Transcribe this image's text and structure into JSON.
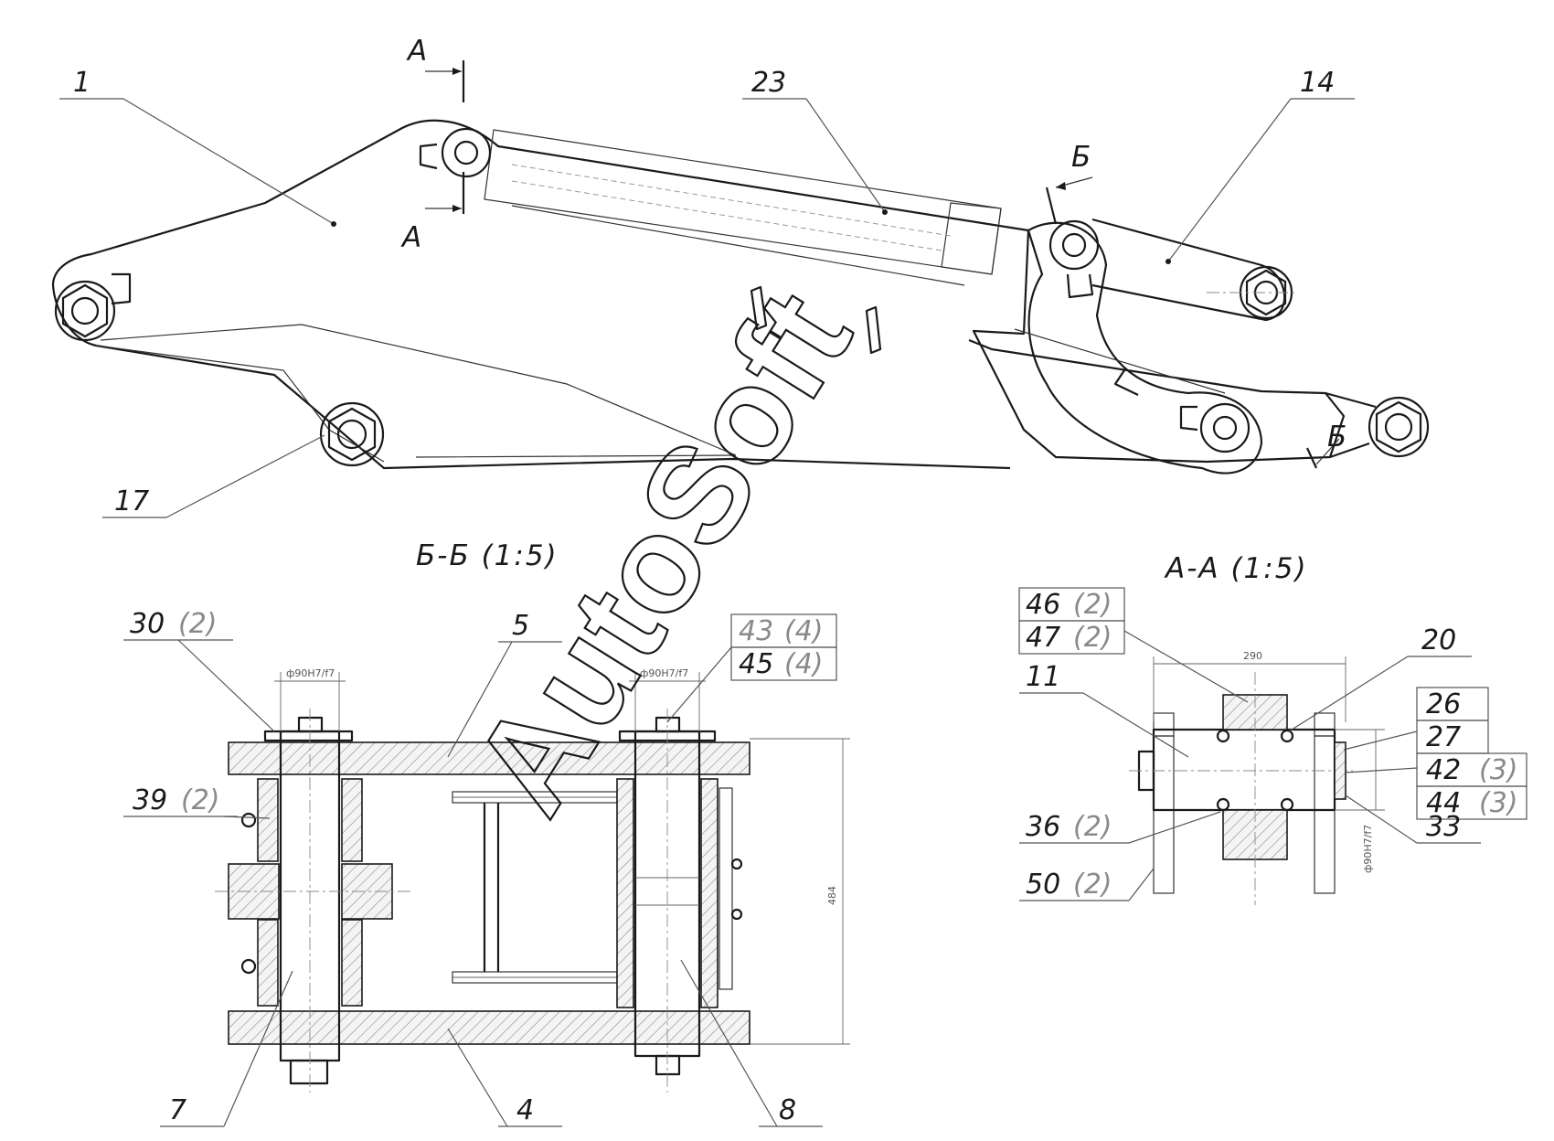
{
  "section_marks": {
    "a_top": "А",
    "a_bottom": "А",
    "b_top": "Б",
    "b_bottom": "Б"
  },
  "view_titles": {
    "section_bb": "Б-Б (1:5)",
    "section_aa": "А-А (1:5)"
  },
  "callouts_main": [
    "1",
    "23",
    "14",
    "17"
  ],
  "callouts_bb": {
    "p30": "30",
    "p30_qty": "(2)",
    "p5": "5",
    "p43": "43",
    "p43_qty": "(4)",
    "p45": "45",
    "p45_qty": "(4)",
    "p39": "39",
    "p39_qty": "(2)",
    "p7": "7",
    "p4": "4",
    "p8": "8"
  },
  "callouts_aa": {
    "p46": "46",
    "p46_qty": "(2)",
    "p47": "47",
    "p47_qty": "(2)",
    "p20": "20",
    "p11": "11",
    "p26": "26",
    "p27": "27",
    "p42": "42",
    "p42_qty": "(3)",
    "p44": "44",
    "p44_qty": "(3)",
    "p33": "33",
    "p36": "36",
    "p36_qty": "(2)",
    "p50": "50",
    "p50_qty": "(2)"
  },
  "dimensions": {
    "bb_left": "ф90Н7/f7",
    "bb_right": "ф90Н7/f7",
    "bb_height": "484",
    "aa_width": "290",
    "aa_bore": "ф90Н7/f7"
  },
  "watermark": "AutoSoft"
}
